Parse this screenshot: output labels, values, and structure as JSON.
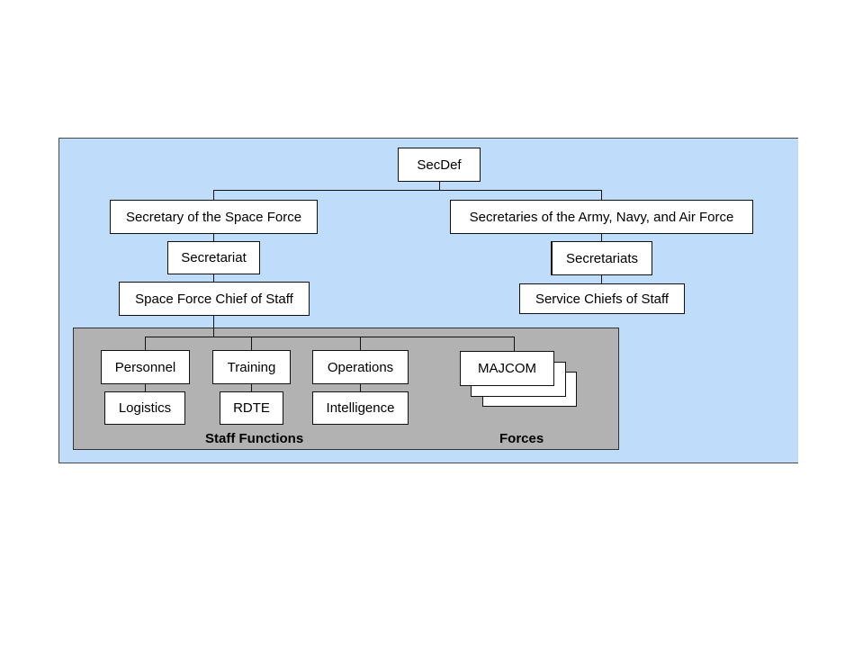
{
  "top": {
    "secdef": "SecDef"
  },
  "left_branch": {
    "secretary": "Secretary of the Space Force",
    "secretariat": "Secretariat",
    "chief": "Space Force Chief of Staff"
  },
  "right_branch": {
    "secretaries": "Secretaries of the Army, Navy, and Air Force",
    "secretariats": "Secretariats",
    "chiefs": "Service Chiefs of Staff"
  },
  "staff_functions": {
    "label": "Staff Functions",
    "personnel": "Personnel",
    "logistics": "Logistics",
    "training": "Training",
    "rdte": "RDTE",
    "operations": "Operations",
    "intelligence": "Intelligence"
  },
  "forces": {
    "label": "Forces",
    "majcom": "MAJCOM"
  },
  "colors": {
    "panel_bg": "#bfdcfb",
    "group_bg": "#b2b2b2",
    "box_bg": "#ffffff"
  }
}
